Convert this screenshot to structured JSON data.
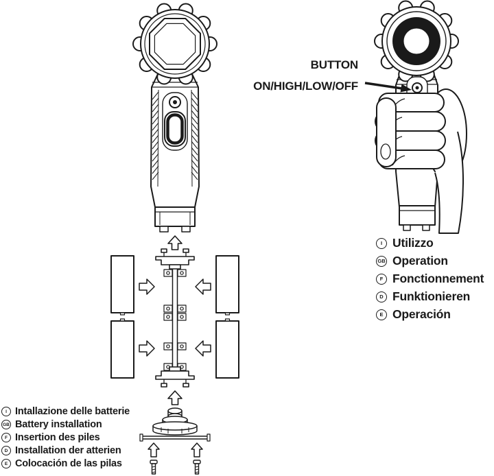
{
  "colors": {
    "ink": "#1a1a1a",
    "background": "#ffffff"
  },
  "callout": {
    "button_label": "BUTTON",
    "modes_label": "ON/HIGH/LOW/OFF"
  },
  "operation_list": {
    "items": [
      {
        "code": "I",
        "label": "Utilizzo"
      },
      {
        "code": "GB",
        "label": "Operation"
      },
      {
        "code": "F",
        "label": "Fonctionnement"
      },
      {
        "code": "D",
        "label": "Funktionieren"
      },
      {
        "code": "E",
        "label": "Operación"
      }
    ]
  },
  "battery_list": {
    "items": [
      {
        "code": "I",
        "label": "Intallazione delle batterie"
      },
      {
        "code": "GB",
        "label": "Battery installation"
      },
      {
        "code": "F",
        "label": "Insertion des piles"
      },
      {
        "code": "D",
        "label": "Installation der atterien"
      },
      {
        "code": "E",
        "label": "Colocación de las pilas"
      }
    ]
  }
}
